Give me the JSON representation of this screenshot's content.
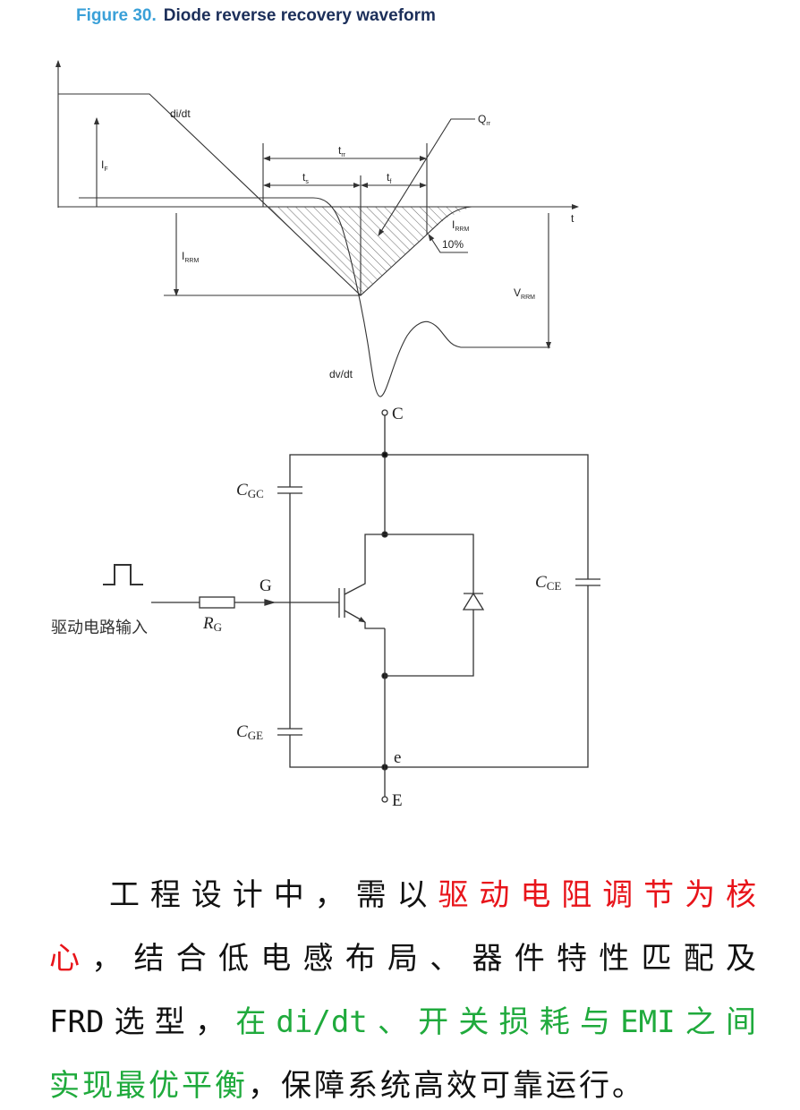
{
  "figure": {
    "title_number": "Figure 30.",
    "title_text": "Diode reverse recovery waveform",
    "labels": {
      "didt": "di/dt",
      "IF": "I",
      "IF_sub": "F",
      "IRRM_left": "I",
      "IRRM_left_sub": "RRM",
      "IRRM_right": "I",
      "IRRM_right_sub": "RRM",
      "ten_percent": "10%",
      "VRRM": "V",
      "VRRM_sub": "RRM",
      "dvdt": "dv/dt",
      "t": "t",
      "trr": "t",
      "trr_sub": "rr",
      "ts": "t",
      "ts_sub": "s",
      "tf": "t",
      "tf_sub": "f",
      "Qrr": "Q",
      "Qrr_sub": "rr"
    },
    "colors": {
      "title_number": "#3aa0d8",
      "title_text": "#1c2f5a",
      "line": "#333333"
    }
  },
  "circuit": {
    "C": "C",
    "E": "E",
    "e": "e",
    "G": "G",
    "CGC": "C",
    "CGC_sub": "GC",
    "CGE": "C",
    "CGE_sub": "GE",
    "CCE": "C",
    "CCE_sub": "CE",
    "RG": "R",
    "RG_sub": "G",
    "drive_input": "驱动电路输入"
  },
  "paragraph": {
    "line1": [
      {
        "text": "工程设计中，需以",
        "color": "black"
      },
      {
        "text": "驱动电阻调节为核",
        "color": "red"
      }
    ],
    "line2": [
      {
        "text": "心",
        "color": "red"
      },
      {
        "text": "，结合低电感布局、器件特性匹配及",
        "color": "black"
      }
    ],
    "line3": [
      {
        "text": "FRD选型，",
        "color": "black"
      },
      {
        "text": "在di/dt、开关损耗与EMI之间",
        "color": "green"
      }
    ],
    "line4": [
      {
        "text": "实现最优平衡",
        "color": "green"
      },
      {
        "text": "，保障系统高效可靠运行。",
        "color": "black"
      }
    ],
    "colors": {
      "red": "#e8141a",
      "green": "#1faa3c",
      "black": "#111111"
    }
  }
}
